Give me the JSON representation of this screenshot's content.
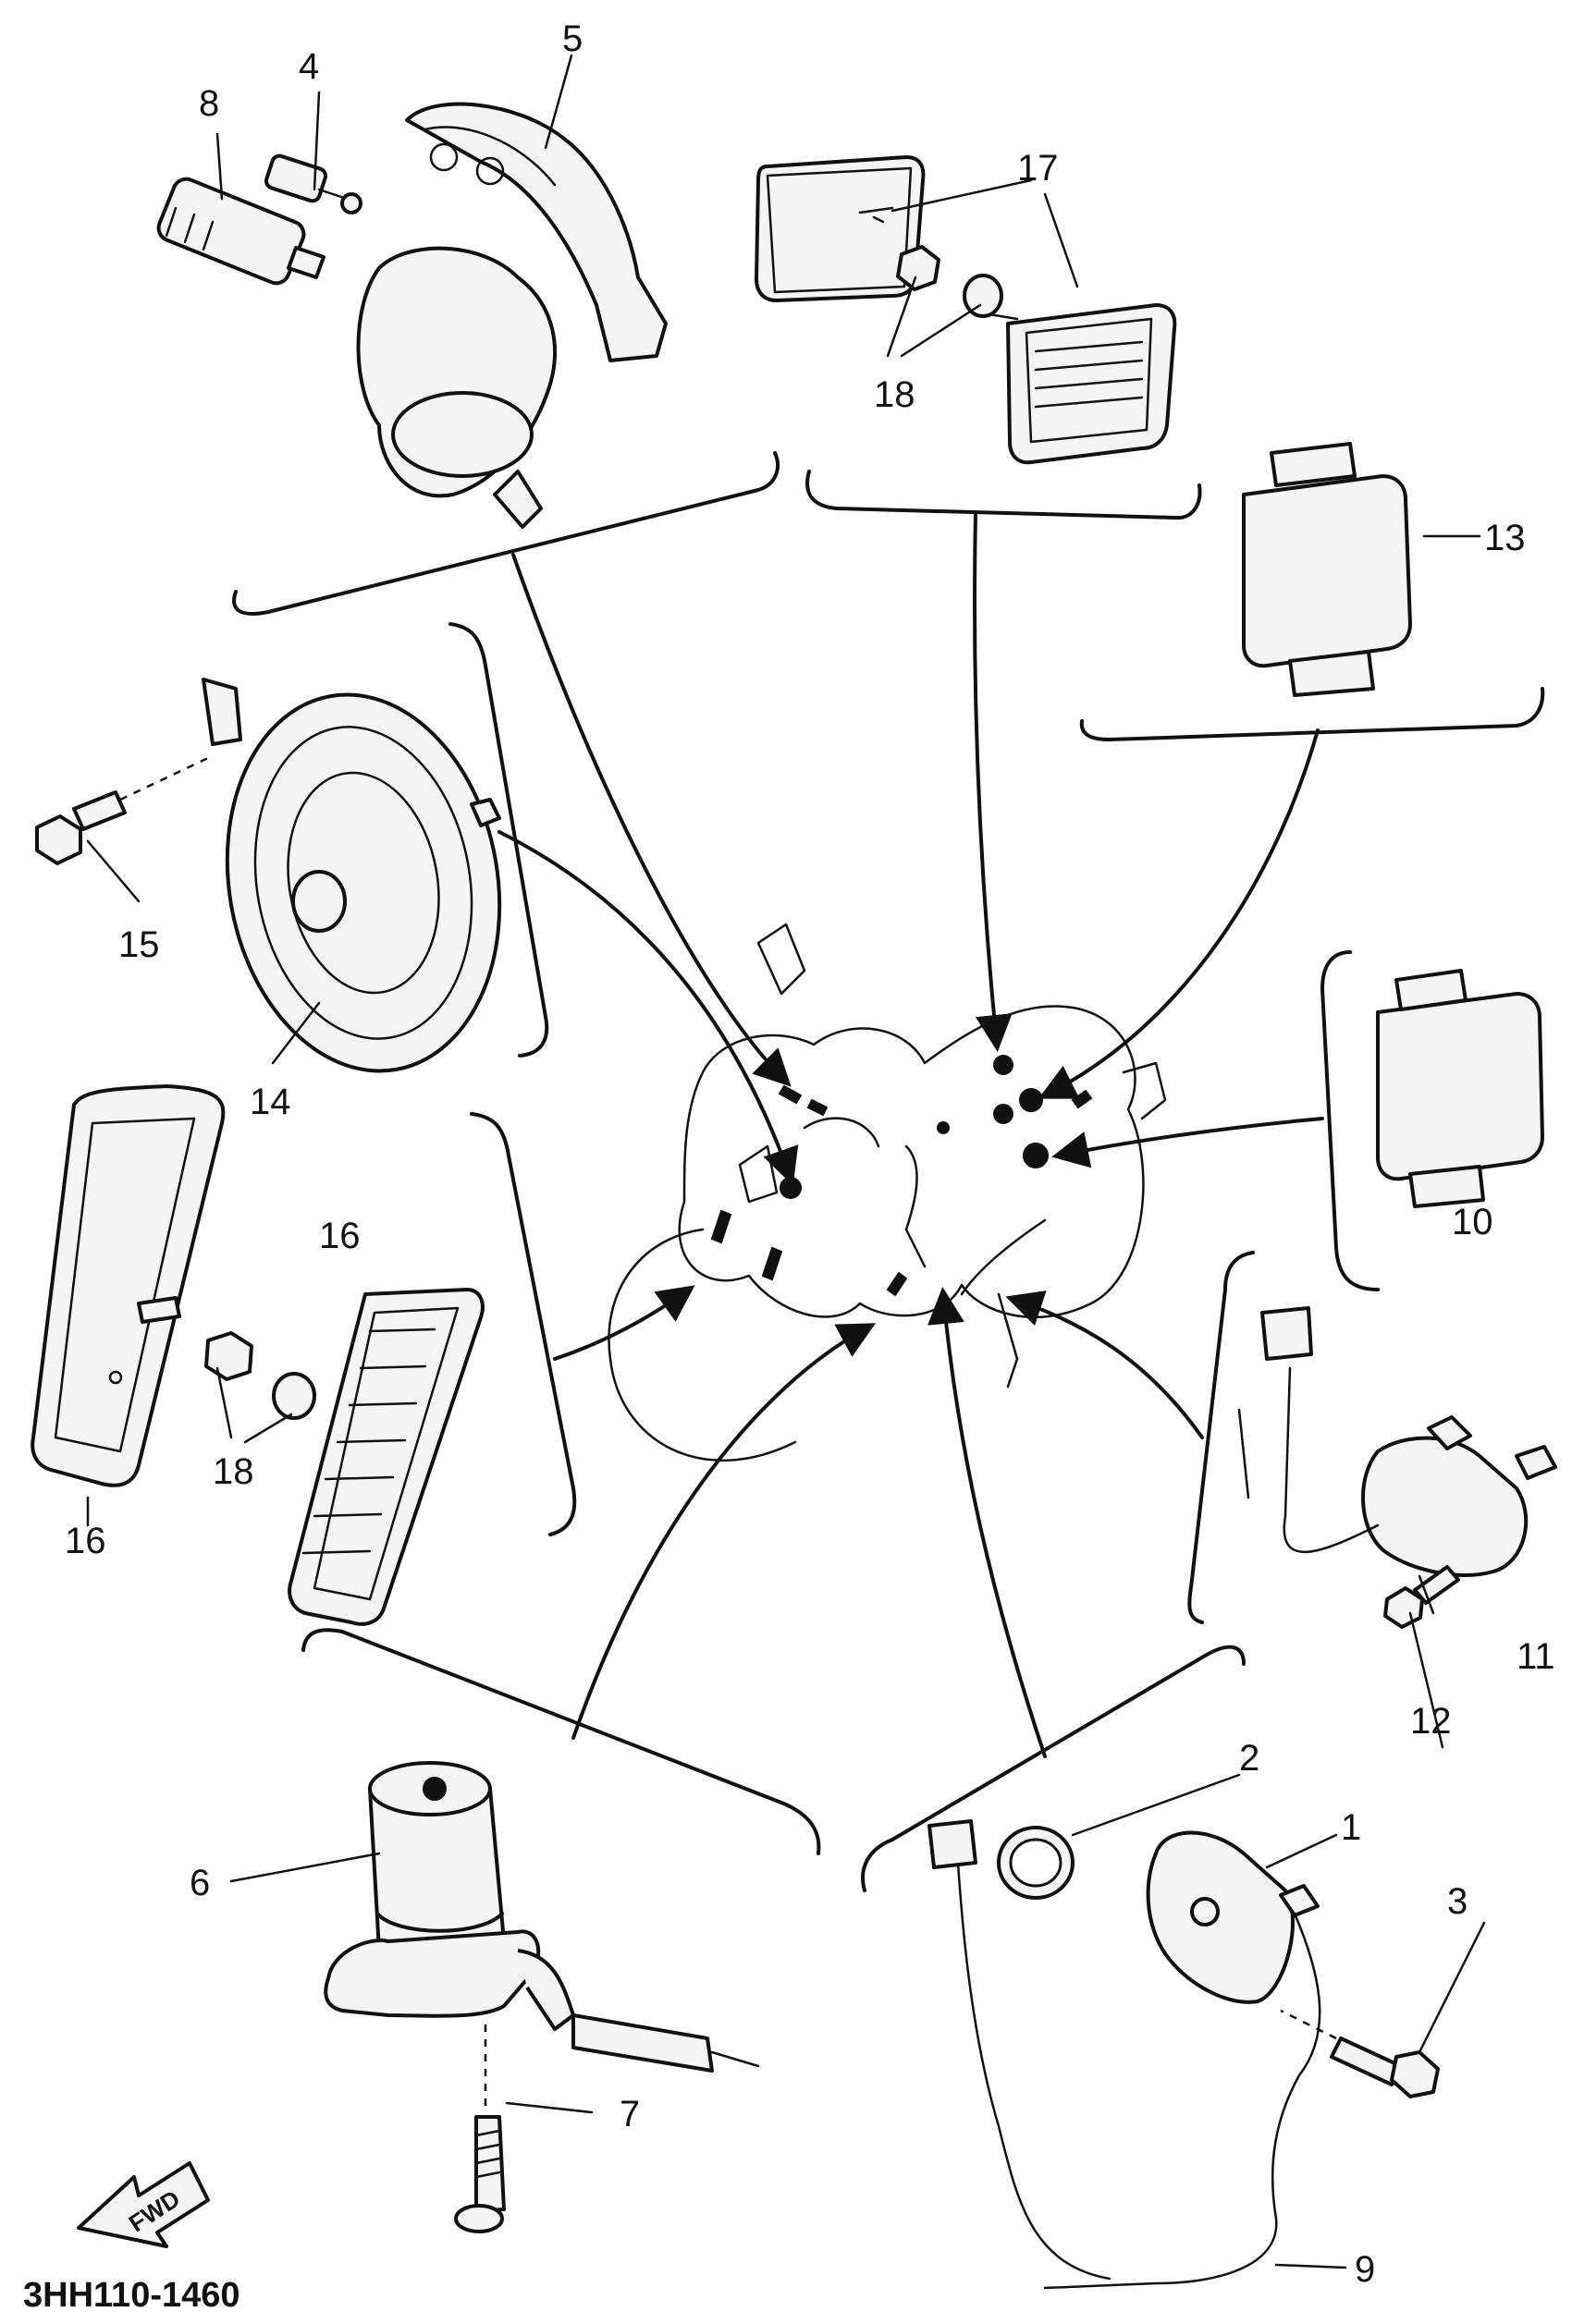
{
  "callouts": {
    "c1": "1",
    "c2": "2",
    "c3": "3",
    "c4": "4",
    "c5": "5",
    "c6": "6",
    "c7": "7",
    "c8": "8",
    "c9": "9",
    "c10": "10",
    "c11": "11",
    "c12": "12",
    "c13": "13",
    "c14": "14",
    "c15": "15",
    "c16a": "16",
    "c16b": "16",
    "c17": "17",
    "c18a": "18",
    "c18b": "18"
  },
  "fwd_label": "FWD",
  "diagram_code": "3HH110-1460",
  "colors": {
    "ink": "#111111",
    "paper": "#ffffff"
  }
}
